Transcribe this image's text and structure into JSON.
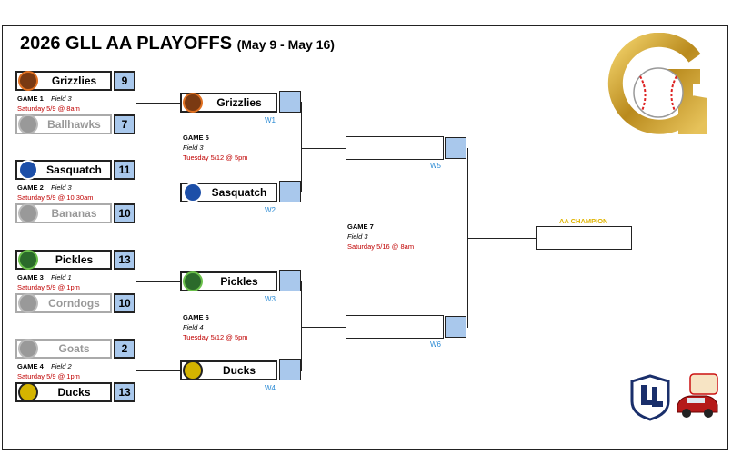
{
  "title": {
    "main": "2026 GLL AA PLAYOFFS",
    "sub": "(May 9 - May 16)"
  },
  "round1": [
    {
      "top": {
        "name": "Grizzlies",
        "score": "9"
      },
      "bottom": {
        "name": "Ballhawks",
        "score": "7"
      },
      "game": "GAME 1",
      "field": "Field 3",
      "date": "Saturday 5/9 @ 8am"
    },
    {
      "top": {
        "name": "Sasquatch",
        "score": "11"
      },
      "bottom": {
        "name": "Bananas",
        "score": "10"
      },
      "game": "GAME 2",
      "field": "Field 3",
      "date": "Saturday 5/9 @ 10.30am"
    },
    {
      "top": {
        "name": "Pickles",
        "score": "13"
      },
      "bottom": {
        "name": "Corndogs",
        "score": "10"
      },
      "game": "GAME 3",
      "field": "Field 1",
      "date": "Saturday 5/9 @ 1pm"
    },
    {
      "top": {
        "name": "Goats",
        "score": "2"
      },
      "bottom": {
        "name": "Ducks",
        "score": "13"
      },
      "game": "GAME 4",
      "field": "Field 2",
      "date": "Saturday 5/9 @ 1pm"
    }
  ],
  "round2": [
    {
      "name": "Grizzlies",
      "label": "W1"
    },
    {
      "name": "Sasquatch",
      "label": "W2"
    },
    {
      "name": "Pickles",
      "label": "W3"
    },
    {
      "name": "Ducks",
      "label": "W4"
    }
  ],
  "game5": {
    "game": "GAME 5",
    "field": "Field 3",
    "date": "Tuesday 5/12 @ 5pm"
  },
  "game6": {
    "game": "GAME 6",
    "field": "Field 4",
    "date": "Tuesday 5/12 @ 5pm"
  },
  "round3": [
    {
      "label": "W5"
    },
    {
      "label": "W6"
    }
  ],
  "game7": {
    "game": "GAME 7",
    "field": "Field 3",
    "date": "Saturday 5/16 @ 8am"
  },
  "champion": {
    "label": "AA CHAMPION"
  },
  "colors": {
    "score_fill": "#a9c8ec",
    "date_red": "#c00000",
    "winner_label": "#2a8ad4",
    "champ_gold": "#e0b400"
  }
}
